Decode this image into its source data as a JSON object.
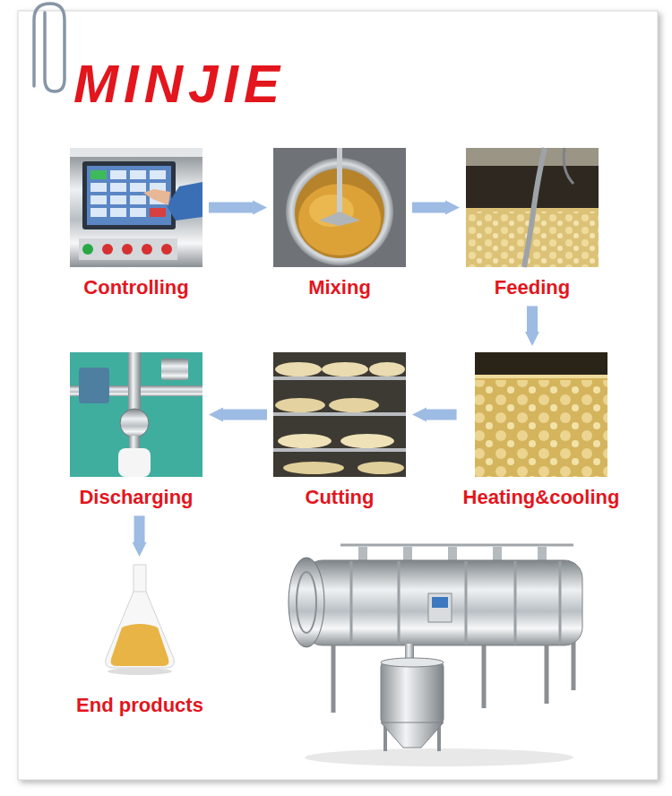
{
  "diagram": {
    "title": "MINJIE",
    "nodes": [
      {
        "text": [
          "Controlling"
        ]
      },
      {
        "text": [
          "Mixing"
        ]
      },
      {
        "text": [
          "Feeding"
        ]
      },
      {
        "text": [
          "Heating&cooling"
        ]
      },
      {
        "text": [
          "Cutting"
        ]
      },
      {
        "text": [
          "Discharging"
        ]
      },
      {
        "text": [
          "End products"
        ]
      }
    ],
    "edges": [
      {
        "from": 0,
        "to": 1,
        "arrow": "to"
      },
      {
        "from": 1,
        "to": 2,
        "arrow": "to"
      },
      {
        "from": 2,
        "to": 3,
        "arrow": "to"
      },
      {
        "from": 3,
        "to": 4,
        "arrow": "to"
      },
      {
        "from": 4,
        "to": 5,
        "arrow": "to"
      },
      {
        "from": 5,
        "to": 6,
        "arrow": "to"
      }
    ]
  }
}
